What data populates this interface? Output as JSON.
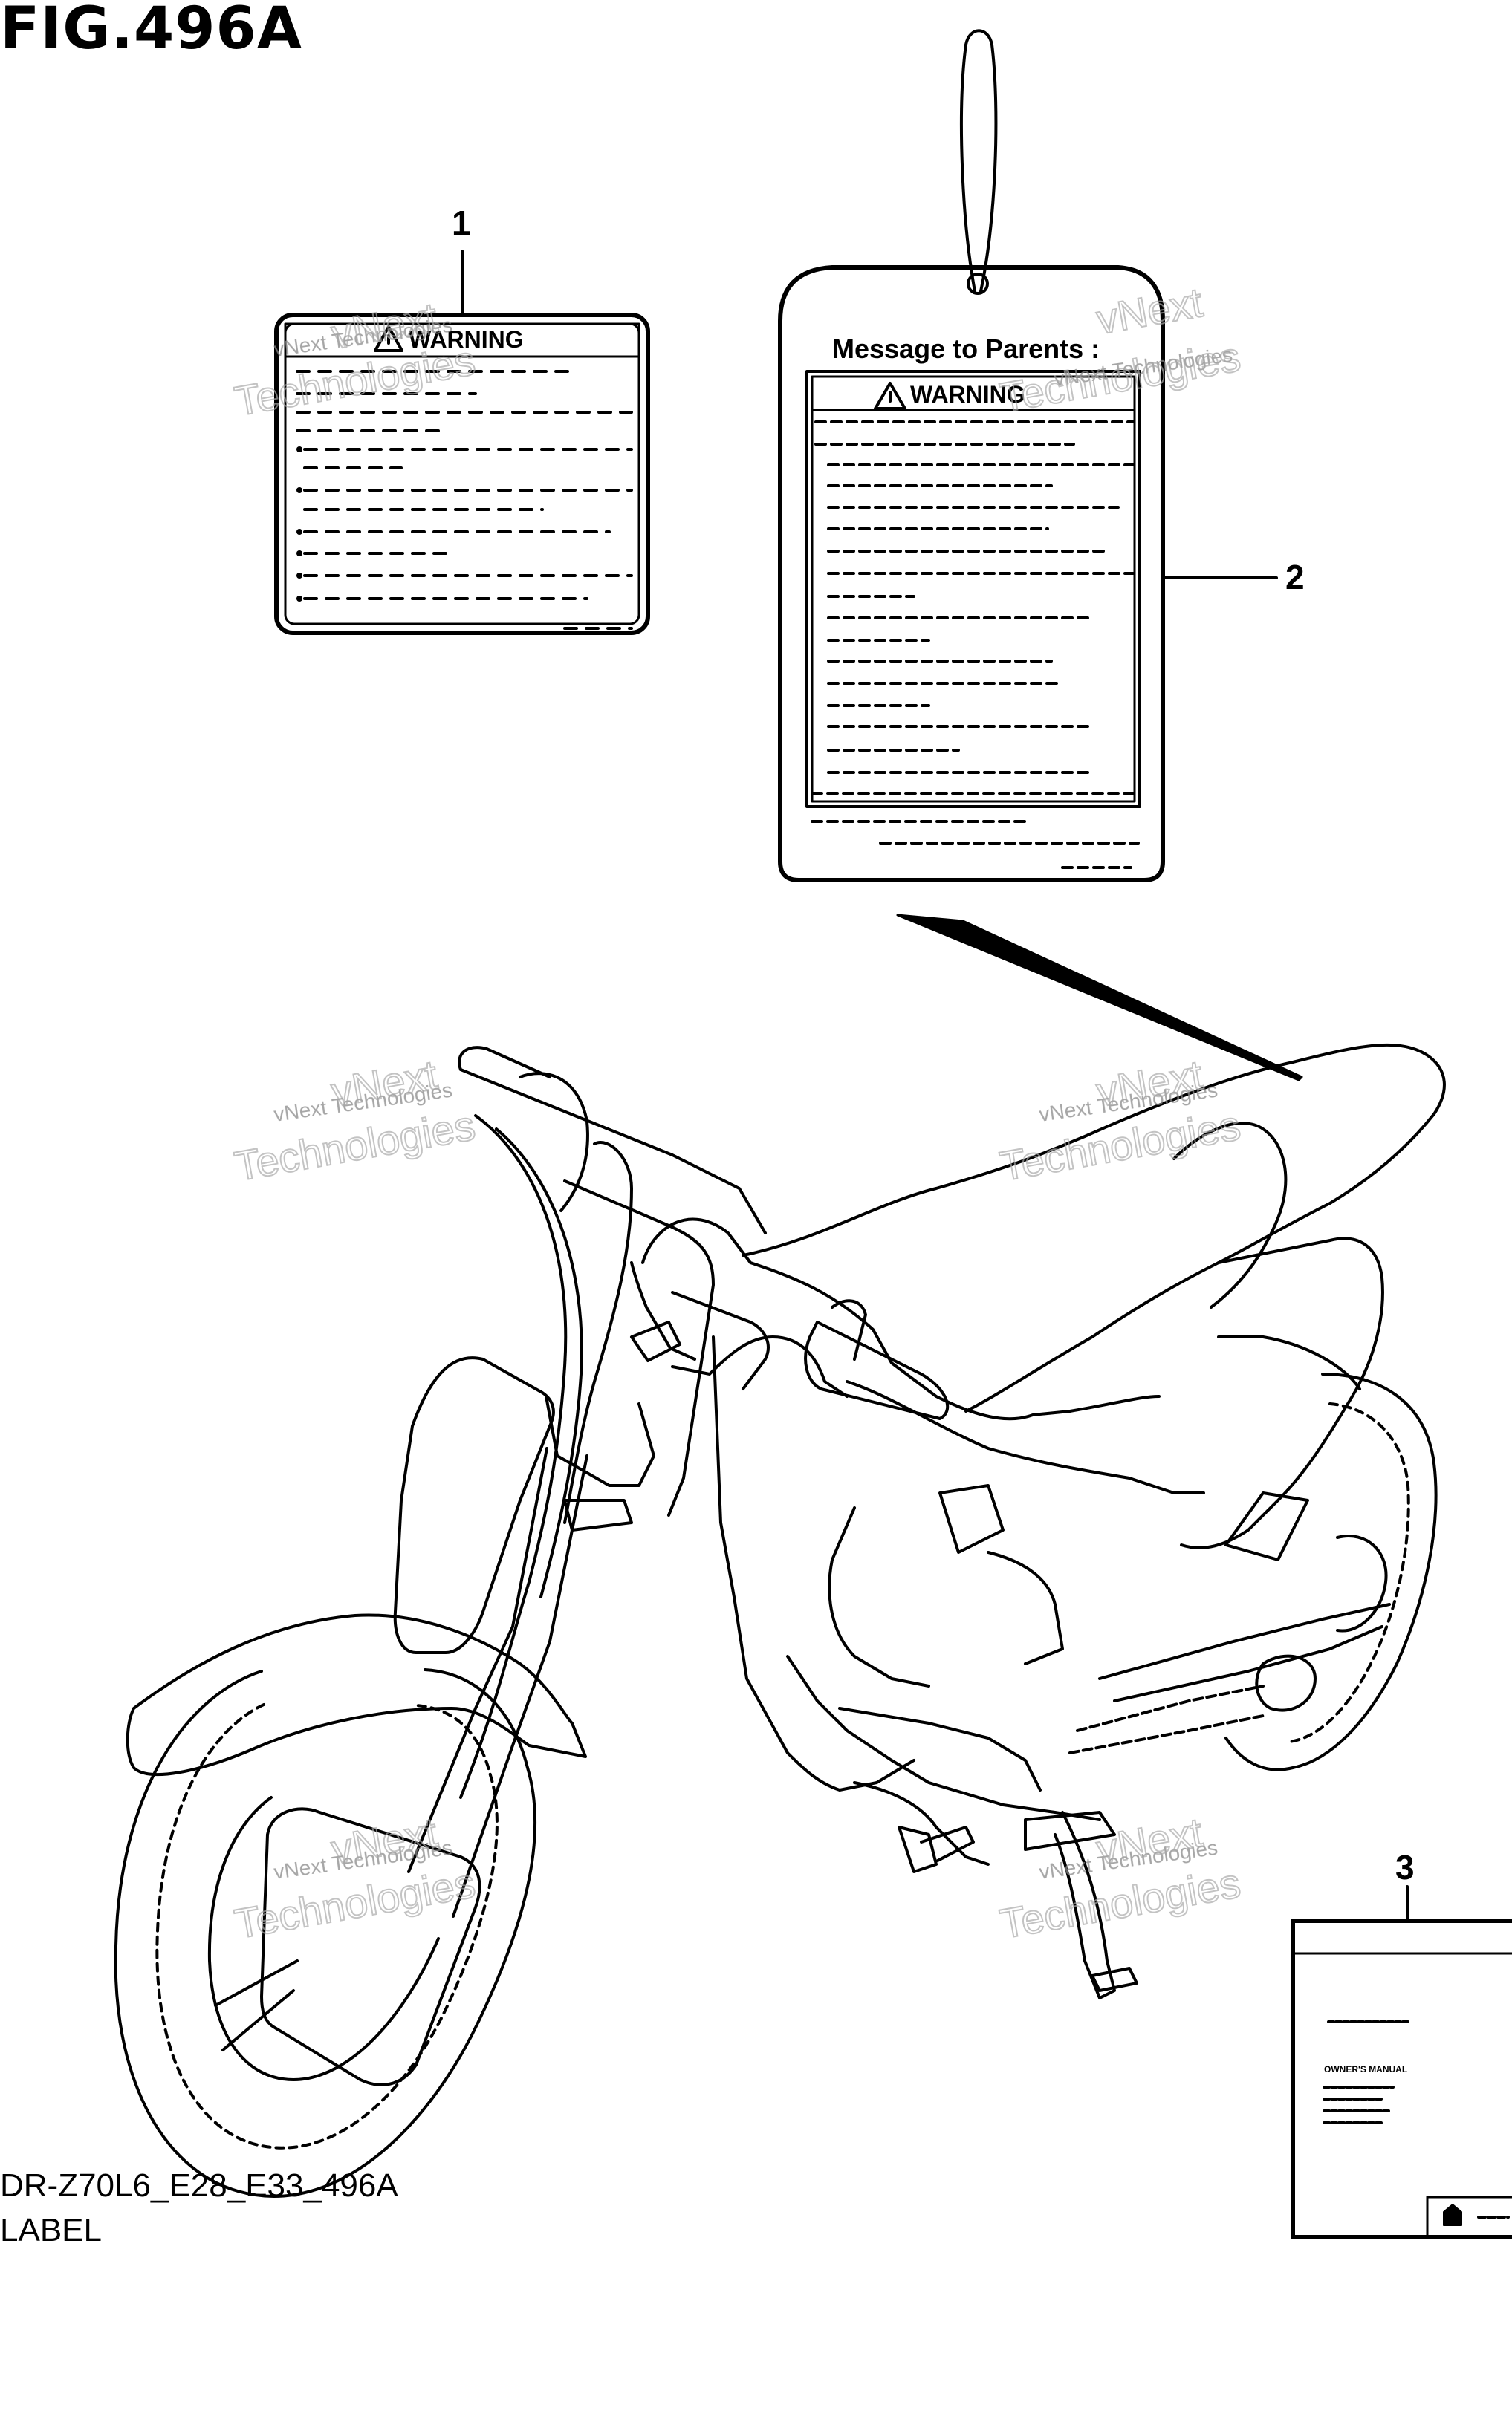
{
  "figure": {
    "title": "FIG.496A",
    "code": "DR-Z70L6_E28_E33_496A",
    "name": "LABEL"
  },
  "callouts": [
    {
      "number": "1",
      "part": "warning-label"
    },
    {
      "number": "2",
      "part": "message-to-parents-tag"
    },
    {
      "number": "3",
      "part": "owners-manual"
    }
  ],
  "label_1": {
    "heading": "WARNING"
  },
  "tag_2": {
    "heading": "Message to Parents :",
    "warning": "WARNING"
  },
  "manual_3": {
    "title": "OWNER'S MANUAL"
  },
  "watermark": {
    "line1": "vNext Technologies",
    "line2": "vNext",
    "line3": "Technologies"
  }
}
